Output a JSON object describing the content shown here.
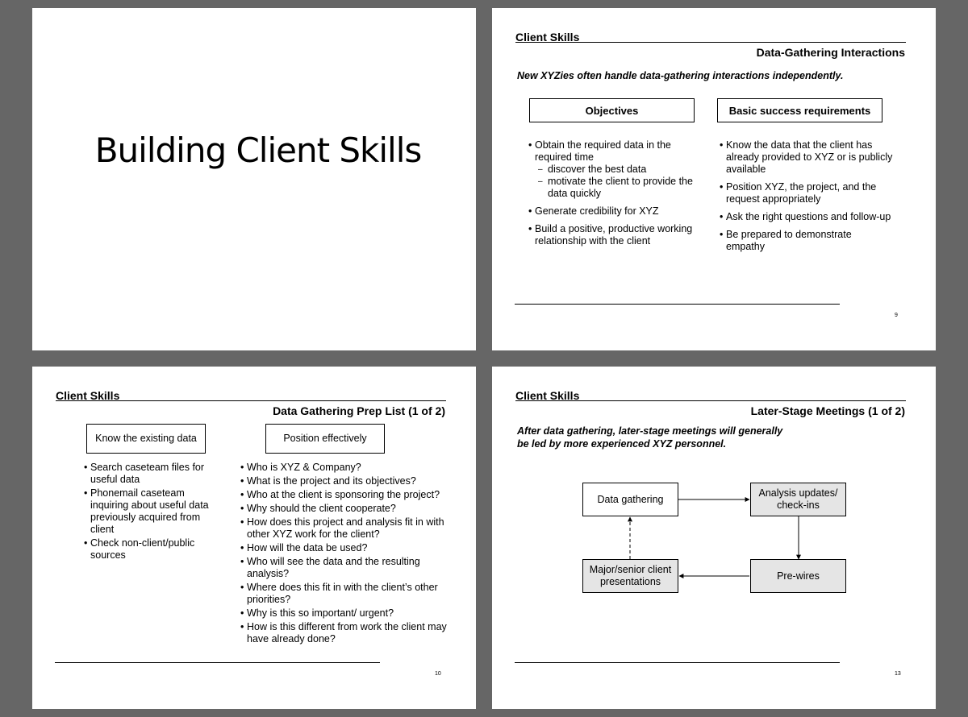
{
  "slide1": {
    "title": "Building Client Skills"
  },
  "slide2": {
    "section": "Client Skills",
    "title": "Data-Gathering Interactions",
    "subtitle": "New XYZies often handle data-gathering interactions independently.",
    "col1_header": "Objectives",
    "col2_header": "Basic success requirements",
    "objectives": [
      "Obtain the required data in the required time",
      "Generate credibility for XYZ",
      "Build a positive, productive working relationship with the client"
    ],
    "objective_subitems": [
      "discover the best data",
      "motivate the client to provide the data quickly"
    ],
    "requirements": [
      "Know the data that the client has already provided to XYZ or is publicly available",
      "Position XYZ, the project, and the request appropriately",
      "Ask the right questions and follow-up",
      "Be prepared to demonstrate empathy"
    ],
    "page": "9"
  },
  "slide3": {
    "section": "Client Skills",
    "title": "Data Gathering Prep List (1 of 2)",
    "col1_header": "Know the existing data",
    "col2_header": "Position effectively",
    "col1_items": [
      "Search caseteam files for useful data",
      "Phonemail caseteam inquiring about useful data previously acquired from client",
      "Check non-client/public sources"
    ],
    "col2_items": [
      "Who is XYZ & Company?",
      "What is the project and its objectives?",
      "Who at the client is sponsoring the project?",
      "Why should the client cooperate?",
      "How does this project and analysis fit in with other XYZ work for the client?",
      "How will the data be used?",
      "Who will see the data and the resulting analysis?",
      "Where does this fit in with the client’s other priorities?",
      "Why is this so important/ urgent?",
      "How is this different from work the client may have already done?"
    ],
    "page": "10"
  },
  "slide4": {
    "section": "Client Skills",
    "title": "Later-Stage Meetings (1 of 2)",
    "subtitle_line1": "After data gathering,  later-stage meetings will generally",
    "subtitle_line2": "be led by more experienced XYZ personnel.",
    "box_data_gathering": "Data gathering",
    "box_analysis_line1": "Analysis updates/",
    "box_analysis_line2": "check-ins",
    "box_prewires": "Pre-wires",
    "box_presentations_line1": "Major/senior client",
    "box_presentations_line2": "presentations",
    "page": "13"
  }
}
